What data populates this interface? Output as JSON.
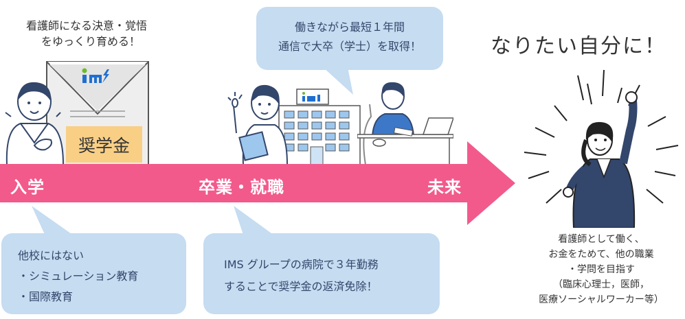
{
  "colors": {
    "arrow": "#f25a8c",
    "bubble": "#c5dcf1",
    "scholarship_box": "#f9cf86",
    "text": "#333333",
    "navy": "#33466b",
    "nurse_uniform": "#ffffff",
    "worker_shirt": "#3c78c7",
    "ims_blue": "#1f6fd1",
    "ims_green": "#6cbb2a"
  },
  "top_left_text": {
    "line1": "看護師になる決意・覚悟",
    "line2": "をゆっくり育める！"
  },
  "scholarship_label": "奨学金",
  "ims_logo": "ims",
  "top_mid_bubble": {
    "line1": "働きながら最短１年間",
    "line2": "通信で大卒（学士）を取得！"
  },
  "headline": "なりたい自分に！",
  "arrow": {
    "label_start": "入学",
    "label_mid": "卒業・就職",
    "label_end": "未来"
  },
  "bottom_left_bubble": {
    "line1": "他校にはない",
    "line2": "・シミュレーション教育",
    "line3": "・国際教育"
  },
  "bottom_mid_bubble": {
    "line1": "IMS グループの病院で３年勤務",
    "line2": "することで奨学金の返済免除！"
  },
  "right_text": {
    "line1": "看護師として働く、",
    "line2": "お金をためて、他の職業",
    "line3": "・学問を目指す",
    "line4": "（臨床心理士，医師，",
    "line5": "医療ソーシャルワーカー等）"
  },
  "icons": {
    "envelope": "envelope-icon",
    "building": "hospital-building-icon",
    "laptop": "laptop-icon",
    "coffee": "coffee-cup-icon"
  }
}
